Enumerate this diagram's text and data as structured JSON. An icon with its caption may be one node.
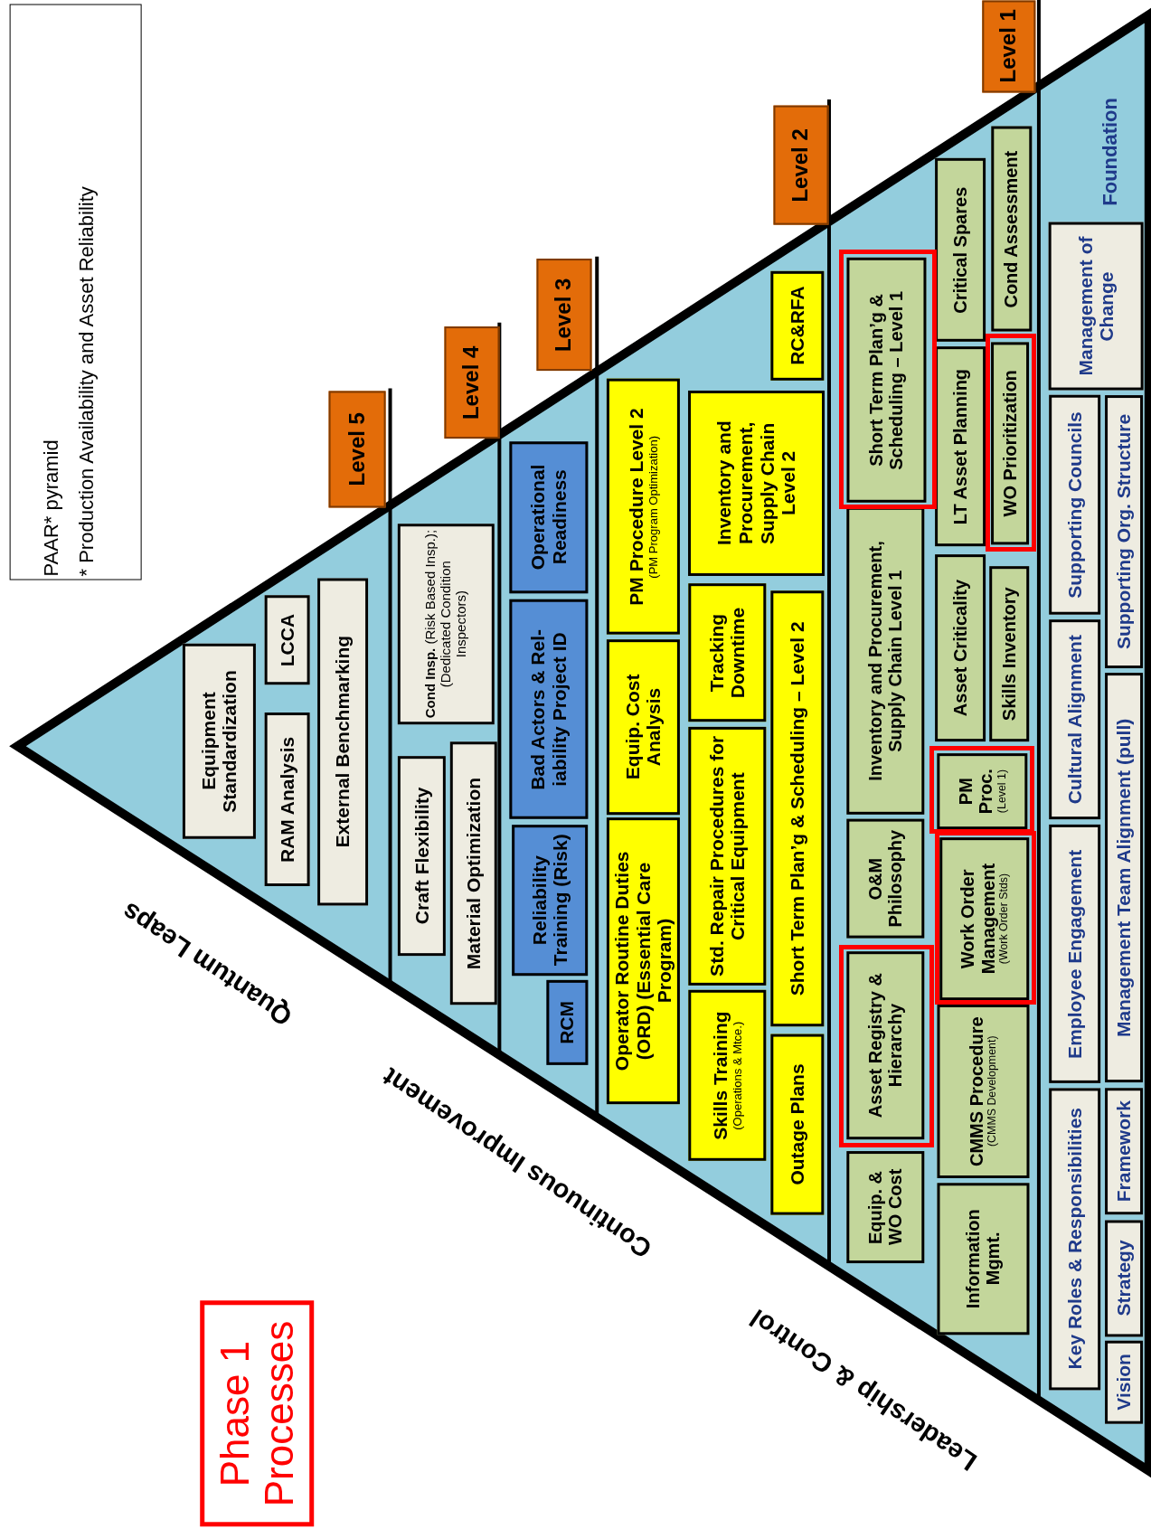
{
  "diagram": {
    "nodes": [
      {
        "text": [
          "PAAR* pyramid",
          "* Production Availability and Asset Reliability"
        ]
      },
      {
        "text": [
          "Phase 1 Processes"
        ]
      },
      {
        "text": [
          "Level 5"
        ]
      },
      {
        "text": [
          "Equipment Standardization"
        ]
      },
      {
        "text": [
          "RAM Analysis"
        ]
      },
      {
        "text": [
          "LCCA"
        ]
      },
      {
        "text": [
          "External Benchmarking"
        ]
      },
      {
        "text": [
          "Level 4"
        ]
      },
      {
        "text": [
          "Craft Flexibility"
        ]
      },
      {
        "text": [
          "**Cond Insp.** (Risk Based Insp.); (Dedicated Condition Inspectors)"
        ]
      },
      {
        "text": [
          "Material Optimization"
        ]
      },
      {
        "text": [
          "Level 3"
        ]
      },
      {
        "text": [
          "RCM"
        ]
      },
      {
        "text": [
          "Reliability Training (Risk)"
        ]
      },
      {
        "text": [
          "Bad Actors & Rel- iability Project ID"
        ]
      },
      {
        "text": [
          "Operational Readiness"
        ]
      },
      {
        "text": [
          "Level 2"
        ]
      },
      {
        "text": [
          "Operator Routine Duties (ORD) (Essential Care Program)"
        ]
      },
      {
        "text": [
          "Equip. Cost Analysis"
        ]
      },
      {
        "text": [
          "PM Procedure Level 2",
          "(PM Program Optimization)"
        ]
      },
      {
        "text": [
          "Skills Training",
          "(Operations & Mtce.)"
        ]
      },
      {
        "text": [
          "Std. Repair Procedures for Critical Equipment"
        ]
      },
      {
        "text": [
          "Tracking Downtime"
        ]
      },
      {
        "text": [
          "Inventory and Procurement, Supply Chain Level 2"
        ]
      },
      {
        "text": [
          "Outage Plans"
        ]
      },
      {
        "text": [
          "Short Term Plan’g & Scheduling – Level 2"
        ]
      },
      {
        "text": [
          "RC&RFA"
        ]
      },
      {
        "text": [
          "Level 1"
        ]
      },
      {
        "text": [
          "Equip. & WO Cost"
        ]
      },
      {
        "text": [
          "Asset Registry & Hierarchy"
        ]
      },
      {
        "text": [
          "O&M Philosophy"
        ]
      },
      {
        "text": [
          "Inventory and Procurement, Supply Chain Level 1"
        ]
      },
      {
        "text": [
          "Short Term Plan’g & Scheduling – Level 1"
        ]
      },
      {
        "text": [
          "Information Mgmt."
        ]
      },
      {
        "text": [
          "CMMS Procedure",
          "(CMMS Development)"
        ]
      },
      {
        "text": [
          "Work Order Management",
          "(Work Order Stds)"
        ]
      },
      {
        "text": [
          "PM Proc.",
          "(Level 1)"
        ]
      },
      {
        "text": [
          "Asset Criticality"
        ]
      },
      {
        "text": [
          "Skills Inventory"
        ]
      },
      {
        "text": [
          "LT Asset Planning"
        ]
      },
      {
        "text": [
          "WO Prioritization"
        ]
      },
      {
        "text": [
          "Critical Spares"
        ]
      },
      {
        "text": [
          "Cond Assessment"
        ]
      },
      {
        "text": [
          "Key Roles & Responsibilities"
        ]
      },
      {
        "text": [
          "Employee Engagement"
        ]
      },
      {
        "text": [
          "Cultural Alignment"
        ]
      },
      {
        "text": [
          "Supporting Councils"
        ]
      },
      {
        "text": [
          "Management of Change"
        ]
      },
      {
        "text": [
          "Vision"
        ]
      },
      {
        "text": [
          "Strategy"
        ]
      },
      {
        "text": [
          "Framework"
        ]
      },
      {
        "text": [
          "Management Team Alignment (pull)"
        ]
      },
      {
        "text": [
          "Supporting Org. Structure"
        ]
      }
    ],
    "labels": [
      "Quantum Leaps",
      "Continuous Improvement",
      "Leadership & Control",
      "Foundation"
    ]
  }
}
